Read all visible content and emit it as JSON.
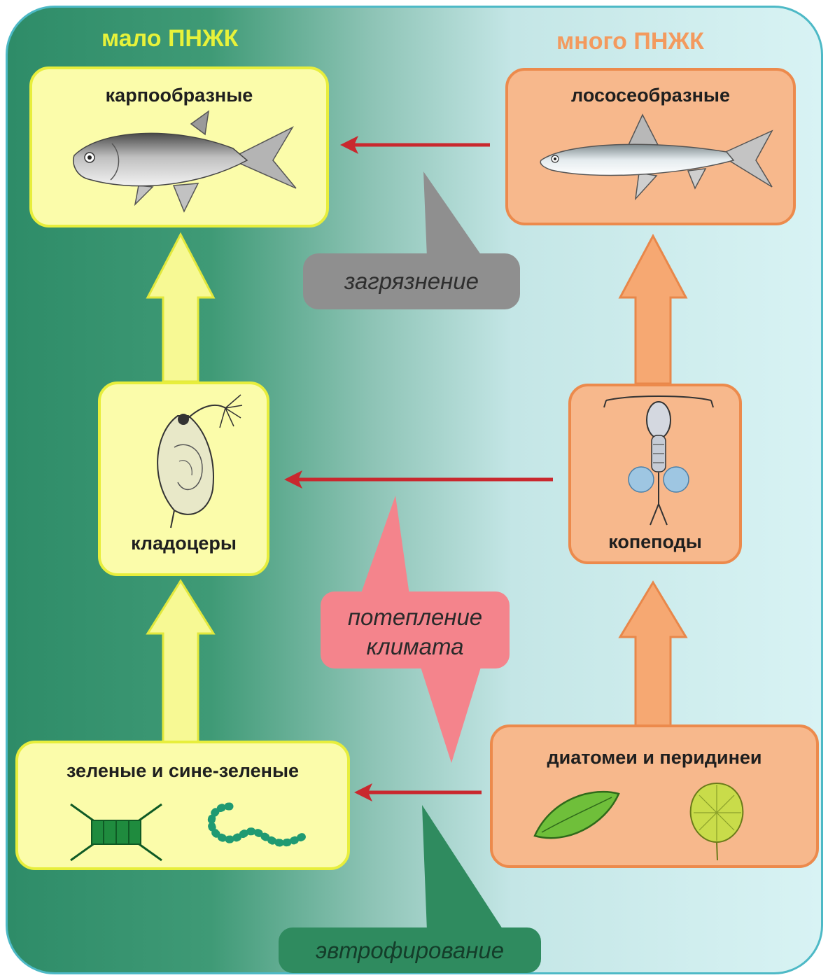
{
  "headers": {
    "left": "мало ПНЖК",
    "right": "много ПНЖК"
  },
  "boxes": {
    "carp": "карпообразные",
    "salmon": "лососеобразные",
    "cladocera": "кладоцеры",
    "copepods": "копеподы",
    "green": "зеленые и сине-зеленые",
    "diatoms": "диатомеи и перидинеи"
  },
  "callouts": {
    "pollution": "загрязнение",
    "warming_line1": "потепление",
    "warming_line2": "климата",
    "eutrophication": "эвтрофирование"
  },
  "colors": {
    "left_zone": "#2e8c68",
    "right_zone": "#d8f3f4",
    "yellow_box": "#fbfcaa",
    "orange_box": "#f7b88c",
    "red_arrow": "#c9282e",
    "pollution_callout": "#8f8f8f",
    "warming_callout": "#f4848c",
    "eutrophication_callout": "#2f8b5f"
  },
  "icons": [
    "carp-fish-icon",
    "salmon-fish-icon",
    "cladocera-icon",
    "copepod-icon",
    "green-alga-icon",
    "cyanobacteria-icon",
    "diatom-icon",
    "peridinium-icon"
  ]
}
